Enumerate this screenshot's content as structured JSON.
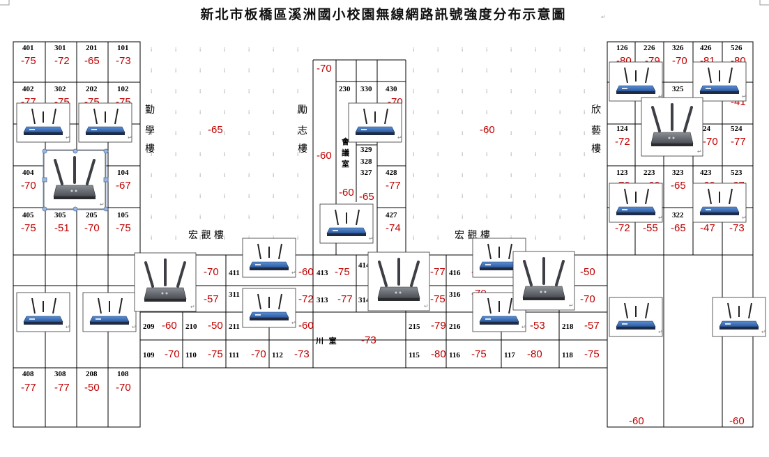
{
  "title": "新北市板橋區溪洲國小校園無線網路訊號強度分布示意圖",
  "buildings": {
    "qinxue": [
      "勤",
      "學",
      "樓"
    ],
    "lizhi": [
      "勵",
      "志",
      "樓"
    ],
    "xinyi": [
      "欣",
      "藝",
      "樓"
    ],
    "hongguan_left": "宏 觀 樓",
    "hongguan_right": "宏 觀 樓",
    "meeting_room": [
      "會",
      "議",
      "室"
    ],
    "chuan_room": "川  室"
  },
  "building_signals": {
    "qinxue": "-65",
    "xinyi": "-60"
  },
  "rooms": [
    {
      "n": "401",
      "s": "-75"
    },
    {
      "n": "301",
      "s": "-72"
    },
    {
      "n": "201",
      "s": "-65"
    },
    {
      "n": "101",
      "s": "-73"
    },
    {
      "n": "402",
      "s": "-77"
    },
    {
      "n": "302",
      "s": "-75"
    },
    {
      "n": "202",
      "s": "-75"
    },
    {
      "n": "102",
      "s": "-75"
    },
    {
      "n": "404",
      "s": "-70"
    },
    {
      "n": "104",
      "s": "-67"
    },
    {
      "n": "405",
      "s": "-75"
    },
    {
      "n": "305",
      "s": "-51"
    },
    {
      "n": "205",
      "s": "-70"
    },
    {
      "n": "105",
      "s": "-75"
    },
    {
      "n": "408",
      "s": "-77"
    },
    {
      "n": "308",
      "s": "-77"
    },
    {
      "n": "208",
      "s": "-50"
    },
    {
      "n": "108",
      "s": "-70"
    },
    {
      "n": "",
      "s": "-70"
    },
    {
      "n": "230",
      "s": ""
    },
    {
      "n": "330",
      "s": ""
    },
    {
      "n": "430",
      "s": "-70"
    },
    {
      "n": "329",
      "s": ""
    },
    {
      "n": "328",
      "s": ""
    },
    {
      "n": "327",
      "s": "-65"
    },
    {
      "n": "428",
      "s": "-77"
    },
    {
      "n": "427",
      "s": "-74"
    },
    {
      "n": "",
      "s": "-60"
    },
    {
      "n": "",
      "s": "-60"
    },
    {
      "n": "126",
      "s": "-80"
    },
    {
      "n": "226",
      "s": "-79"
    },
    {
      "n": "326",
      "s": "-70"
    },
    {
      "n": "426",
      "s": "-81"
    },
    {
      "n": "526",
      "s": "-80"
    },
    {
      "n": "325",
      "s": ""
    },
    {
      "n": "",
      "s": "-41"
    },
    {
      "n": "124",
      "s": "-72"
    },
    {
      "n": "24",
      "s": "-70"
    },
    {
      "n": "524",
      "s": "-77"
    },
    {
      "n": "123",
      "s": "-70"
    },
    {
      "n": "223",
      "s": "-60"
    },
    {
      "n": "323",
      "s": "-65"
    },
    {
      "n": "423",
      "s": "-60"
    },
    {
      "n": "523",
      "s": "-67"
    },
    {
      "n": "",
      "s": "-72"
    },
    {
      "n": "",
      "s": "-55"
    },
    {
      "n": "322",
      "s": "-65"
    },
    {
      "n": "",
      "s": "-47"
    },
    {
      "n": "",
      "s": "-73"
    },
    {
      "n": "",
      "s": "-70"
    },
    {
      "n": "411",
      "s": "-60"
    },
    {
      "n": "413",
      "s": "-75"
    },
    {
      "n": "414",
      "s": ""
    },
    {
      "n": "",
      "s": "-77"
    },
    {
      "n": "416",
      "s": "-7"
    },
    {
      "n": "",
      "s": "-50"
    },
    {
      "n": "",
      "s": "-57"
    },
    {
      "n": "311",
      "s": "-72"
    },
    {
      "n": "313",
      "s": "-77"
    },
    {
      "n": "314",
      "s": ""
    },
    {
      "n": "",
      "s": "-75"
    },
    {
      "n": "316",
      "s": "-70"
    },
    {
      "n": "",
      "s": "-70"
    },
    {
      "n": "209",
      "s": "-60"
    },
    {
      "n": "210",
      "s": "-50"
    },
    {
      "n": "211",
      "s": "-60"
    },
    {
      "n": "215",
      "s": "-79"
    },
    {
      "n": "216",
      "s": ""
    },
    {
      "n": "",
      "s": "-53"
    },
    {
      "n": "218",
      "s": "-57"
    },
    {
      "n": "109",
      "s": "-70"
    },
    {
      "n": "110",
      "s": "-75"
    },
    {
      "n": "111",
      "s": "-70"
    },
    {
      "n": "112",
      "s": "-73"
    },
    {
      "n": "",
      "s": "-73"
    },
    {
      "n": "115",
      "s": "-80"
    },
    {
      "n": "116",
      "s": "-75"
    },
    {
      "n": "117",
      "s": "-80"
    },
    {
      "n": "118",
      "s": "-75"
    },
    {
      "n": "",
      "s": "-60"
    },
    {
      "n": "",
      "s": "-60"
    }
  ],
  "icons": {
    "router_large": "wireless-router-large-icon",
    "router_small": "linksys-router-icon"
  },
  "colors": {
    "signal": "#c00000",
    "line": "#000000",
    "router_body": "#6a6d73",
    "router_blue": "#3f6fb5"
  }
}
